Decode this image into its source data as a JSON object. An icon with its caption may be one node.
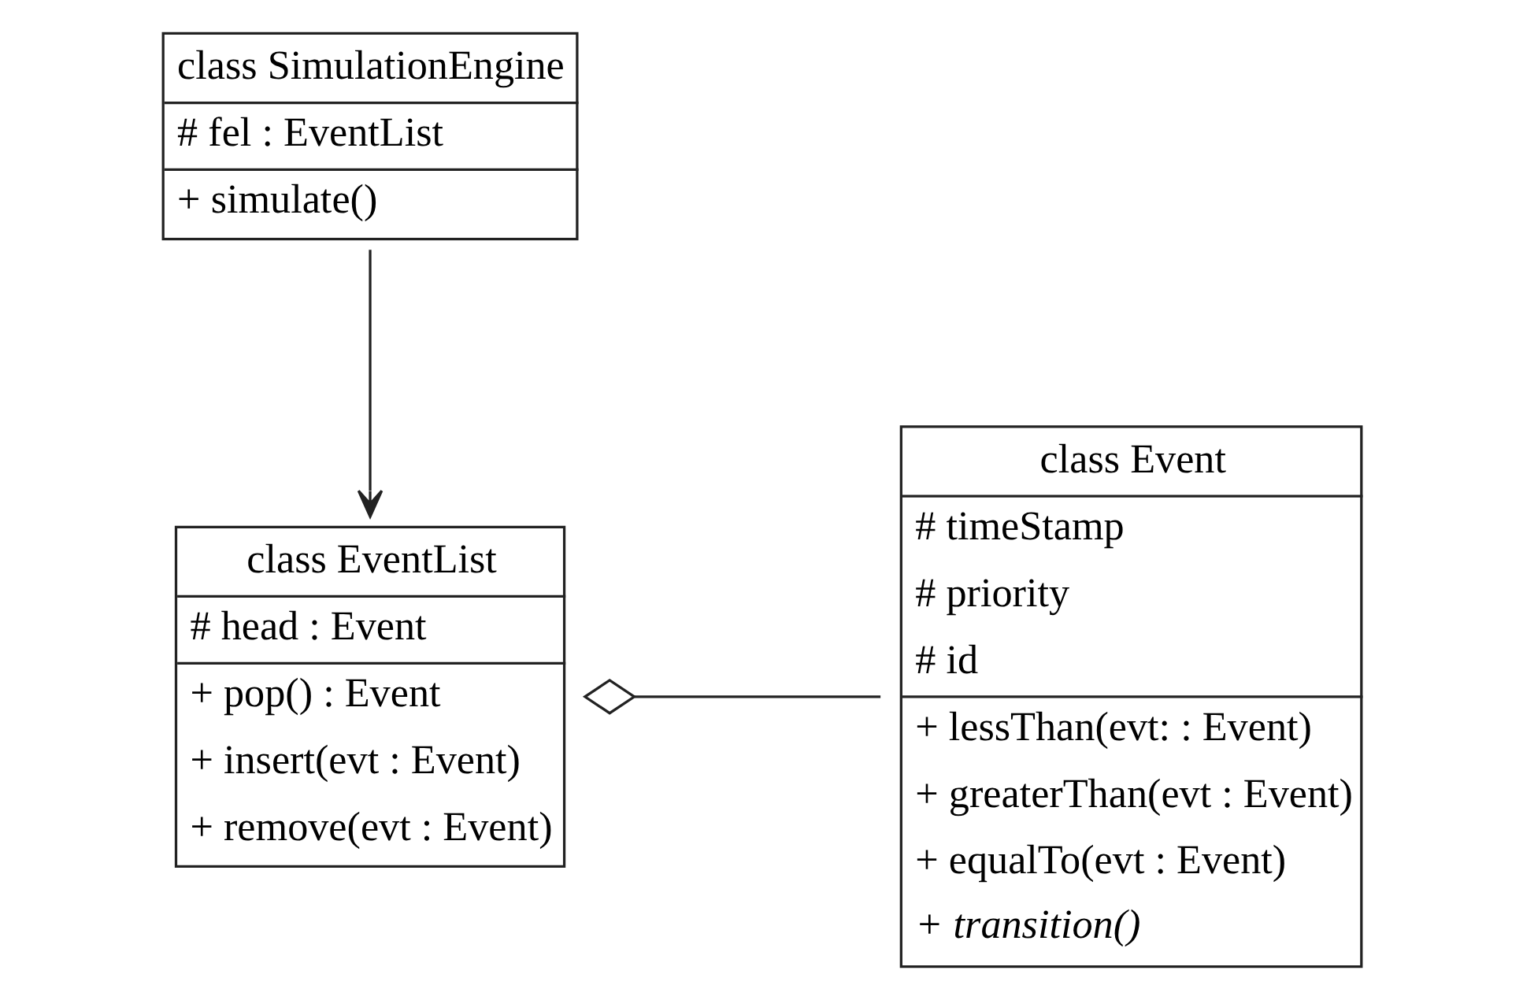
{
  "diagram": {
    "nodes": [
      {
        "text": [
          "class SimulationEngine",
          "# fel : EventList",
          "+ simulate()"
        ]
      },
      {
        "text": [
          "class EventList",
          "# head : Event",
          "+ pop() : Event",
          "+ insert(evt : Event)",
          "+ remove(evt : Event)"
        ]
      },
      {
        "text": [
          "class Event",
          "# timeStamp",
          "# priority",
          "# id",
          "+ lessThan(evt: : Event)",
          "+ greaterThan(evt : Event)",
          "+ equalTo(evt : Event)",
          "+ transition()"
        ]
      }
    ],
    "edges": [
      {
        "from": 0,
        "to": 1,
        "arrow": "to"
      },
      {
        "from": 1,
        "to": 2,
        "arrow": "other"
      }
    ]
  }
}
